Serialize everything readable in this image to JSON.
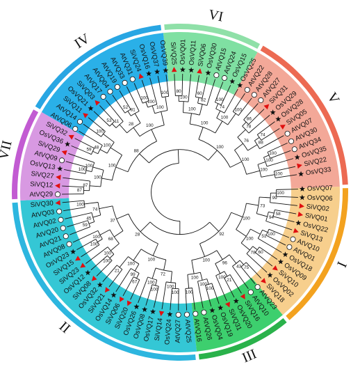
{
  "colors": {
    "I": "#f3a21f",
    "I_bg": "#f7cf8d",
    "II": "#2db6df",
    "II_bg": "#34c7d5",
    "III": "#2ab24b",
    "III_bg": "#3dcf6e",
    "IV": "#28a6e3",
    "IV_bg": "#2ab0e8",
    "V": "#ec6a52",
    "V_bg": "#f3a898",
    "VI": "#8fe0a8",
    "VI_bg": "#7fe0a2",
    "VII": "#c25bd2",
    "VII_bg": "#d899e2",
    "triangle": "#e01010",
    "star": "#111111",
    "circle": "#ffffff"
  },
  "clades": [
    {
      "id": "I",
      "label": "I",
      "start": 88,
      "end": 140
    },
    {
      "id": "II",
      "label": "II",
      "start": 174,
      "end": 267
    },
    {
      "id": "III",
      "label": "III",
      "start": 140,
      "end": 174
    },
    {
      "id": "IV",
      "label": "IV",
      "start": 300,
      "end": 354
    },
    {
      "id": "V",
      "label": "V",
      "start": 29,
      "end": 88
    },
    {
      "id": "VI",
      "label": "VI",
      "start": 354,
      "end": 29
    },
    {
      "id": "VII",
      "label": "VII",
      "start": 267,
      "end": 300
    }
  ],
  "leaves": [
    {
      "name": "OsVQ07",
      "marker": "star"
    },
    {
      "name": "OsVQ06",
      "marker": "star"
    },
    {
      "name": "SiVQ02",
      "marker": "triangle"
    },
    {
      "name": "SiVQ01",
      "marker": "triangle"
    },
    {
      "name": "OsVQ22",
      "marker": "star"
    },
    {
      "name": "SiVQ13",
      "marker": "triangle"
    },
    {
      "name": "AtVQ10",
      "marker": "circle"
    },
    {
      "name": "AtVQ01",
      "marker": "circle"
    },
    {
      "name": "OsVQ18",
      "marker": "star"
    },
    {
      "name": "OsVQ09",
      "marker": "star"
    },
    {
      "name": "SiVQ10",
      "marker": "triangle"
    },
    {
      "name": "OsVQ02",
      "marker": "star"
    },
    {
      "name": "SiVQ18",
      "marker": "triangle"
    },
    {
      "name": "AtVQ23",
      "marker": "circle"
    },
    {
      "name": "AtVQ10",
      "marker": "circle"
    },
    {
      "name": "SiVQ16",
      "marker": "triangle"
    },
    {
      "name": "OsVQ20",
      "marker": "star"
    },
    {
      "name": "SiVQ31",
      "marker": "triangle"
    },
    {
      "name": "OsVQ19",
      "marker": "star"
    },
    {
      "name": "OsVQ04",
      "marker": "star"
    },
    {
      "name": "AtVQ26",
      "marker": "circle"
    },
    {
      "name": "AtVQ16",
      "marker": "circle"
    },
    {
      "name": "AtVQ25",
      "marker": "circle"
    },
    {
      "name": "AtVQ27",
      "marker": "circle"
    },
    {
      "name": "OsVQ24",
      "marker": "star"
    },
    {
      "name": "SiVQ14",
      "marker": "triangle"
    },
    {
      "name": "OsVQ17",
      "marker": "star"
    },
    {
      "name": "OsVQ08",
      "marker": "star"
    },
    {
      "name": "OsVQ26",
      "marker": "star"
    },
    {
      "name": "SiVQ20",
      "marker": "triangle"
    },
    {
      "name": "SiVQ06",
      "marker": "triangle"
    },
    {
      "name": "OsVQ14",
      "marker": "star"
    },
    {
      "name": "SiVQ21",
      "marker": "triangle"
    },
    {
      "name": "OsVQ32",
      "marker": "star"
    },
    {
      "name": "SiVQ08",
      "marker": "triangle"
    },
    {
      "name": "OsVQ12",
      "marker": "star"
    },
    {
      "name": "SiVQ23",
      "marker": "triangle"
    },
    {
      "name": "SiVQ15",
      "marker": "triangle"
    },
    {
      "name": "OsVQ23",
      "marker": "star"
    },
    {
      "name": "AtVQ08",
      "marker": "circle"
    },
    {
      "name": "AtVQ21",
      "marker": "circle"
    },
    {
      "name": "AtVQ20",
      "marker": "circle"
    },
    {
      "name": "AtVQ02",
      "marker": "circle"
    },
    {
      "name": "AtVQ03",
      "marker": "circle"
    },
    {
      "name": "SiVQ30",
      "marker": "triangle"
    },
    {
      "name": "AtVQ29",
      "marker": "circle"
    },
    {
      "name": "SiVQ12",
      "marker": "triangle"
    },
    {
      "name": "SiVQ27",
      "marker": "triangle"
    },
    {
      "name": "OsVQ13",
      "marker": "star"
    },
    {
      "name": "AtVQ09",
      "marker": "circle"
    },
    {
      "name": "SiVQ29",
      "marker": "triangle"
    },
    {
      "name": "OsVQ36",
      "marker": "star"
    },
    {
      "name": "SiVQ32",
      "marker": "triangle"
    },
    {
      "name": "AtVQ06",
      "marker": "circle"
    },
    {
      "name": "AtVQ14",
      "marker": "circle"
    },
    {
      "name": "SiVQ11",
      "marker": "triangle"
    },
    {
      "name": "OsVQ21",
      "marker": "star"
    },
    {
      "name": "SiVQ03",
      "marker": "triangle"
    },
    {
      "name": "AtVQ17",
      "marker": "circle"
    },
    {
      "name": "AtVQ04",
      "marker": "circle"
    },
    {
      "name": "AtVQ19",
      "marker": "circle"
    },
    {
      "name": "AtVQ33",
      "marker": "circle"
    },
    {
      "name": "AtVQ31",
      "marker": "circle"
    },
    {
      "name": "SiVQ24",
      "marker": "triangle"
    },
    {
      "name": "OsVQ16",
      "marker": "star"
    },
    {
      "name": "OsVQ37",
      "marker": "star"
    },
    {
      "name": "OsVQ39",
      "marker": "star"
    },
    {
      "name": "SiVQ25",
      "marker": "triangle"
    },
    {
      "name": "OsVQ01",
      "marker": "star"
    },
    {
      "name": "OsVQ11",
      "marker": "star"
    },
    {
      "name": "SiVQ06",
      "marker": "triangle"
    },
    {
      "name": "OsVQ30",
      "marker": "star"
    },
    {
      "name": "AtVQ15",
      "marker": "circle"
    },
    {
      "name": "AtVQ24",
      "marker": "circle"
    },
    {
      "name": "OsVQ15",
      "marker": "star"
    },
    {
      "name": "OsVQ25",
      "marker": "star"
    },
    {
      "name": "AtVQ22",
      "marker": "circle"
    },
    {
      "name": "AtVQ28",
      "marker": "circle"
    },
    {
      "name": "AtVQ27",
      "marker": "circle"
    },
    {
      "name": "SiVQ31",
      "marker": "triangle"
    },
    {
      "name": "OsVQ29",
      "marker": "star"
    },
    {
      "name": "OsVQ28",
      "marker": "star"
    },
    {
      "name": "SiVQ05",
      "marker": "triangle"
    },
    {
      "name": "AtVQ07",
      "marker": "circle"
    },
    {
      "name": "AtVQ30",
      "marker": "circle"
    },
    {
      "name": "AtVQ34",
      "marker": "circle"
    },
    {
      "name": "OsVQ35",
      "marker": "star"
    },
    {
      "name": "SiVQ22",
      "marker": "triangle"
    },
    {
      "name": "OsVQ33",
      "marker": "star"
    }
  ],
  "bootstrap": [
    "100",
    "99",
    "58",
    "94",
    "73",
    "100",
    "51",
    "60",
    "78",
    "100",
    "100",
    "75",
    "43",
    "21",
    "100",
    "96",
    "100",
    "100",
    "100",
    "100",
    "100",
    "92",
    "100",
    "100",
    "100",
    "100",
    "72",
    "67",
    "99",
    "21",
    "100",
    "100",
    "100",
    "100",
    "100",
    "100",
    "68",
    "59",
    "45",
    "100",
    "74",
    "37",
    "28",
    "87",
    "87",
    "100",
    "100",
    "100",
    "59",
    "48",
    "100",
    "100",
    "100",
    "53",
    "11",
    "52",
    "81",
    "28",
    "100",
    "100",
    "100",
    "100",
    "100",
    "88",
    "80",
    "100",
    "60",
    "82",
    "100",
    "100",
    "74",
    "100",
    "100",
    "100",
    "86",
    "78",
    "74",
    "88",
    "76",
    "100",
    "100",
    "100",
    "100",
    "100",
    "100",
    "100",
    "52",
    "61",
    "57",
    "97",
    "100",
    "87",
    "24",
    "100"
  ]
}
